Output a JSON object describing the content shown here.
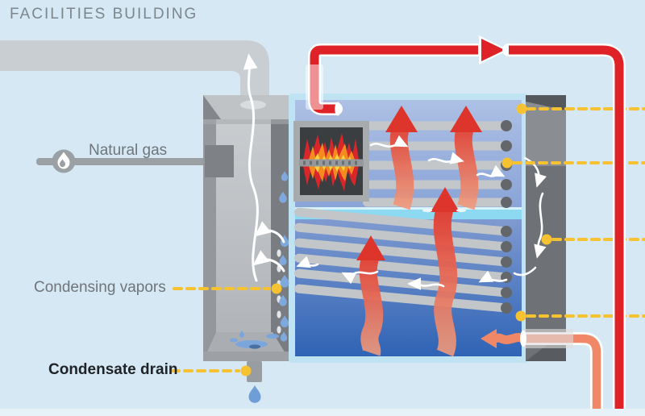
{
  "diagram": {
    "title": "FACILITIES BUILDING",
    "labels": {
      "natural_gas": "Natural gas",
      "condensing_vapors": "Condensing vapors",
      "condensate_drain": "Condensate drain"
    },
    "unlabeled_callouts": {
      "right_edge_lines": 4,
      "style": "yellow dashed leader lines with origin dots, exiting right edge"
    },
    "icons": {
      "gas_flame": "flame-icon",
      "burner_fire": "fire-icon",
      "heat_flow": "red-wavy-arrow-icon",
      "flue_gas_flow": "white-wavy-arrow-icon",
      "water_drop": "droplet-icon"
    },
    "colors": {
      "background": "#d5e8f4",
      "hot_supply_red": "#df2227",
      "cold_return_salmon": "#f08766",
      "callout_yellow": "#f7c231",
      "tank_frame_cyan": "#bfe3f3",
      "upper_chamber_blue": "#96aedc",
      "lower_chamber_blue": "#3a6cba",
      "divider_cyan": "#8ed9f2",
      "metal_gray": "#9aa0a4",
      "burner_box_dark": "#3a3e41",
      "flame_red": "#d9262b",
      "flame_orange": "#f58a1f",
      "flame_yellow": "#ffd23e",
      "droplet_blue": "#7fa9dd",
      "label_gray": "#6f757a",
      "title_gray": "#7d868d"
    }
  }
}
